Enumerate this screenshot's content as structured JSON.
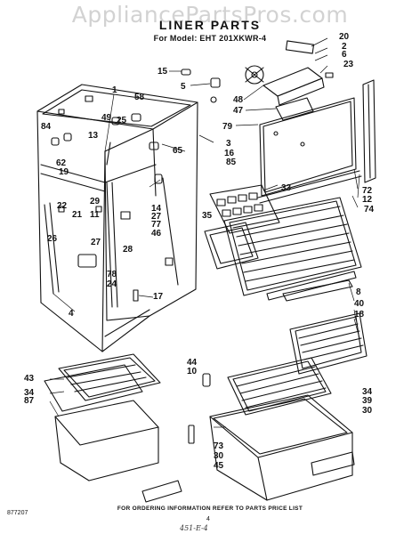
{
  "watermark": "AppliancePartsPros.com",
  "title": "LINER PARTS",
  "model_line": "For Model: EHT 201XKWR-4",
  "footer": "FOR ORDERING INFORMATION REFER TO PARTS PRICE LIST",
  "code": "877207",
  "page_number": "4",
  "handwritten": "451-E-4",
  "labels": {
    "p20": "20",
    "p2": "2",
    "p6": "6",
    "p23": "23",
    "p15": "15",
    "p5": "5",
    "p48": "48",
    "p47": "47",
    "p79": "79",
    "p1": "1",
    "p58": "58",
    "p49": "49",
    "p25": "25",
    "p84": "84",
    "p13": "13",
    "p62": "62",
    "p19": "19",
    "p65": "65",
    "p3": "3",
    "p16": "16",
    "p85": "85",
    "p33": "33",
    "p72": "72",
    "p12": "12",
    "p74": "74",
    "p35": "35",
    "p29": "29",
    "p22": "22",
    "p21": "21",
    "p11": "11",
    "p14": "14",
    "p27a": "27",
    "p77": "77",
    "p46": "46",
    "p26": "26",
    "p27b": "27",
    "p28": "28",
    "p78": "78",
    "p24": "24",
    "p17": "17",
    "p4": "4",
    "p8": "8",
    "p40": "40",
    "p18": "18",
    "p44": "44",
    "p10": "10",
    "p43": "43",
    "p34a": "34",
    "p87": "87",
    "p34b": "34",
    "p39": "39",
    "p30a": "30",
    "p73": "73",
    "p30b": "30",
    "p45": "45"
  }
}
